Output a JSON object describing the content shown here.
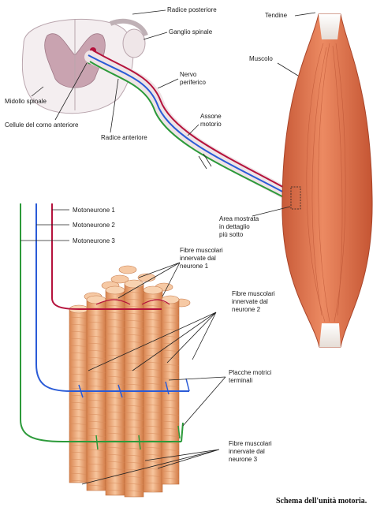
{
  "labels": {
    "dorsal_root": "Radice posteriore",
    "spinal_ganglion": "Ganglio spinale",
    "spinal_cord": "Midollo spinale",
    "anterior_horn_cells": "Cellule del corno anteriore",
    "ventral_root": "Radice anteriore",
    "peripheral_nerve": [
      "Nervo",
      "periferico"
    ],
    "motor_axon": [
      "Assone",
      "motorio"
    ],
    "tendon": "Tendine",
    "muscle": "Muscolo",
    "detail_area": [
      "Area mostrata",
      "in dettaglio",
      "più sotto"
    ],
    "motoneuron_1": "Motoneurone 1",
    "motoneuron_2": "Motoneurone 2",
    "motoneuron_3": "Motoneurone 3",
    "fibers_n1": [
      "Fibre muscolari",
      "innervate dal",
      "neurone 1"
    ],
    "fibers_n2": [
      "Fibre muscolari",
      "innervate dal",
      "neurone 2"
    ],
    "end_plates": [
      "Placche motrici",
      "terminali"
    ],
    "fibers_n3": [
      "Fibre muscolari",
      "innervate dal",
      "neurone 3"
    ]
  },
  "caption": "Schema dell'unità motoria.",
  "colors": {
    "neuron_1": "#b5123c",
    "neuron_2": "#2a5bd7",
    "neuron_3": "#2c9a3a",
    "muscle": "#e07a55",
    "fiber": "#f2b48a"
  }
}
